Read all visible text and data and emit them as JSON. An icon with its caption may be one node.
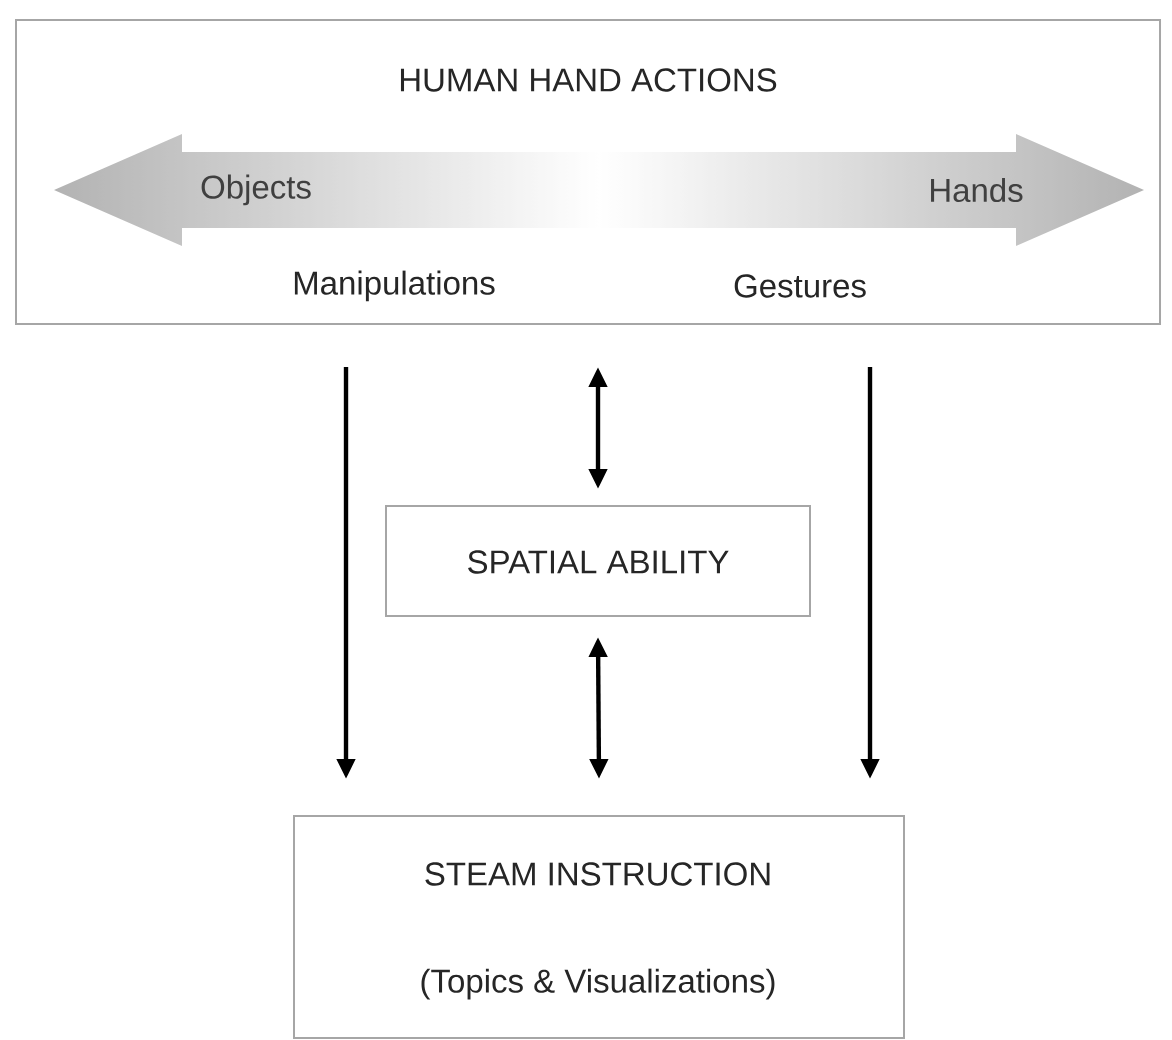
{
  "diagram": {
    "nodes": [
      {
        "text": [
          "HUMAN HAND ACTIONS"
        ]
      },
      {
        "text": [
          "Objects",
          "Hands"
        ],
        "in": 0
      },
      {
        "text": [
          "Manipulations"
        ],
        "in": 0
      },
      {
        "text": [
          "Gestures"
        ],
        "in": 0
      },
      {
        "text": [
          "SPATIAL ABILITY"
        ]
      },
      {
        "text": [
          "STEAM INSTRUCTION",
          "(Topics & Visualizations)"
        ]
      }
    ],
    "edges": [
      {
        "from": 2,
        "to": 5,
        "arrow": "to"
      },
      {
        "from": 0,
        "to": 4,
        "arrow": "both"
      },
      {
        "from": 4,
        "to": 5,
        "arrow": "both"
      },
      {
        "from": 3,
        "to": 5,
        "arrow": "to"
      }
    ]
  }
}
